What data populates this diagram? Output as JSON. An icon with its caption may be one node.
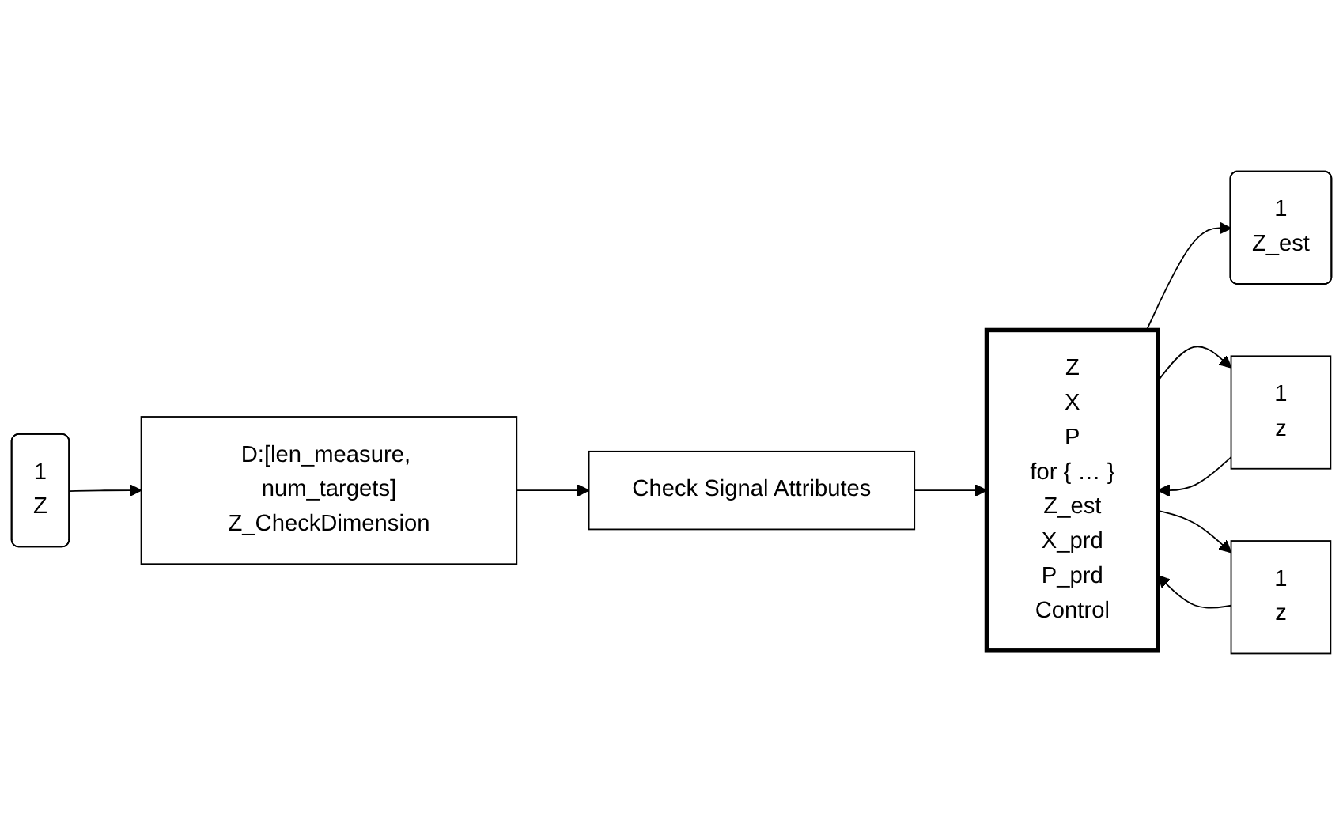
{
  "diagram": {
    "nodes": [
      {
        "text": [
          "1",
          "Z"
        ]
      },
      {
        "text": [
          "D:[len_measure, num_targets]",
          "Z_CheckDimension"
        ]
      },
      {
        "text": [
          "Check Signal Attributes"
        ]
      },
      {
        "text": [
          "Z",
          "X",
          "P",
          "for { … }",
          "Z_est",
          "X_prd",
          "P_prd",
          "Control"
        ]
      },
      {
        "text": [
          "1",
          "z"
        ]
      },
      {
        "text": [
          "1",
          "z"
        ]
      },
      {
        "text": [
          "1",
          "Z_est"
        ]
      }
    ],
    "edges": [
      {
        "from": 0,
        "to": 1,
        "arrow": "to"
      },
      {
        "from": 1,
        "to": 2,
        "arrow": "to"
      },
      {
        "from": 2,
        "to": 3,
        "arrow": "to"
      },
      {
        "from": 4,
        "to": 3,
        "arrow": "to"
      },
      {
        "from": 5,
        "to": 3,
        "arrow": "to"
      },
      {
        "from": 3,
        "to": 6,
        "arrow": "to"
      },
      {
        "from": 3,
        "to": 4,
        "arrow": "to"
      },
      {
        "from": 3,
        "to": 5,
        "arrow": "to"
      }
    ]
  }
}
